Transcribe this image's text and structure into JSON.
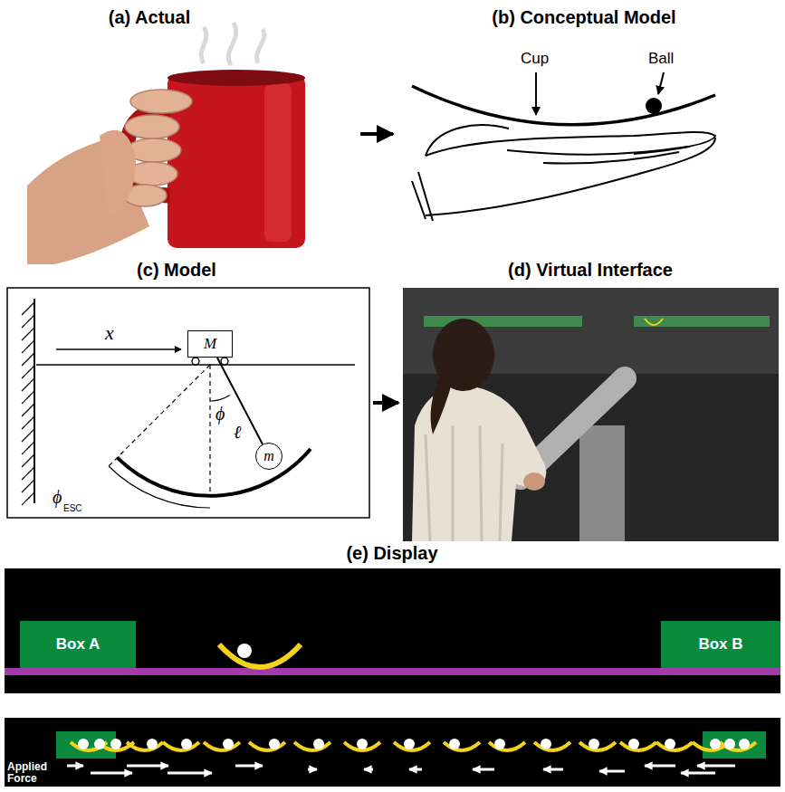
{
  "diagram": {
    "nodes": [
      {
        "text": [
          "M"
        ]
      },
      {
        "text": [
          "m"
        ]
      },
      {
        "text": [
          "Box A"
        ]
      },
      {
        "text": [
          "Box B"
        ]
      }
    ],
    "edges": [
      {
        "from": 0,
        "to": 1,
        "arrow": "none"
      }
    ],
    "labels": [
      "(a) Actual",
      "(b) Conceptual Model",
      "Cup",
      "Ball",
      "(c) Model",
      "(d) Virtual Interface",
      "x",
      "ϕ",
      "ℓ",
      "ϕ",
      "ESC",
      "(e) Display",
      "Applied Force"
    ]
  }
}
